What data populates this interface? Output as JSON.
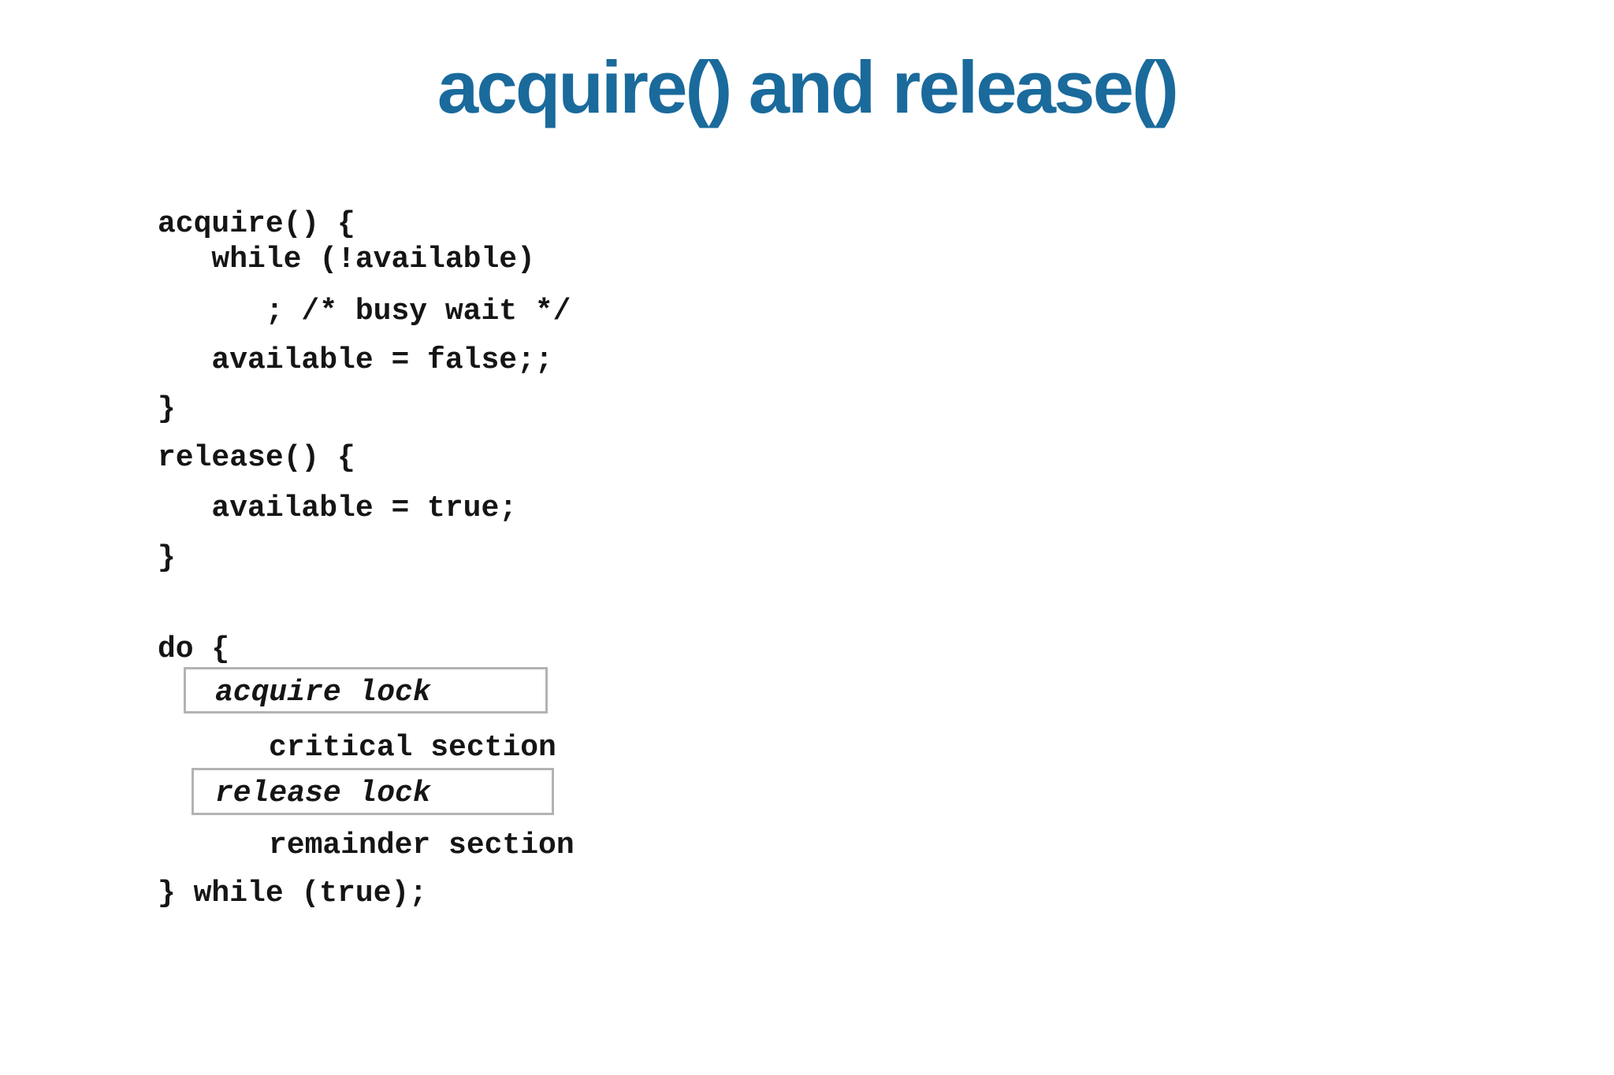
{
  "slide": {
    "title": "acquire() and release()"
  },
  "colors": {
    "title_blue": "#1a6a9c",
    "code_text": "#151515",
    "box_border": "#b3b3b3",
    "background": "#ffffff"
  },
  "code": {
    "lines": [
      "acquire() {",
      "   while (!available)",
      "      ; /* busy wait */",
      "   available = false;;",
      "}",
      "release() {",
      "   available = true;",
      "}"
    ]
  },
  "loop": {
    "do_open": "do {",
    "acquire_label": "acquire lock",
    "critical": "critical section",
    "release_label": "release lock",
    "remainder": "remainder section",
    "while_close": "} while (true);"
  }
}
